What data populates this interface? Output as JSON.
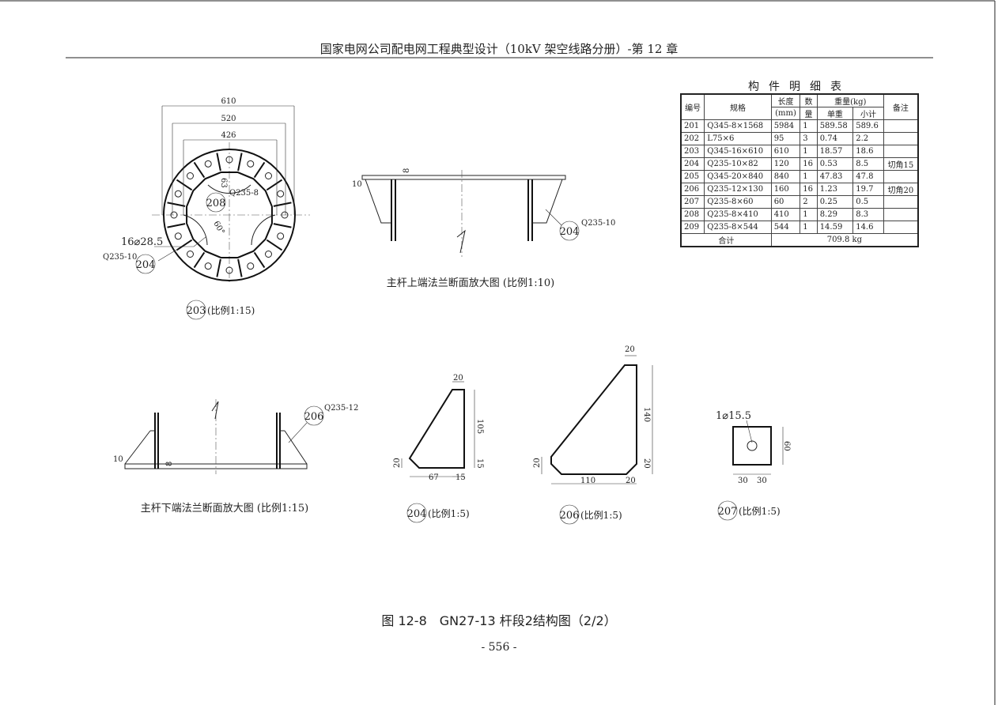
{
  "header": "国家电网公司配电网工程典型设计（10kV 架空线路分册）-第 12 章",
  "table": {
    "title": "构件明细表",
    "headers": {
      "no": "编号",
      "spec": "规格",
      "length": "长度",
      "length_unit": "(mm)",
      "qty1": "数",
      "qty2": "量",
      "weight": "重量(kg)",
      "unit": "单重",
      "subtotal": "小计",
      "note": "备注"
    },
    "rows": [
      {
        "no": "201",
        "spec": "Q345-8×1568",
        "length": "5984",
        "qty": "1",
        "unit": "589.58",
        "subtotal": "589.6",
        "note": ""
      },
      {
        "no": "202",
        "spec": "L75×6",
        "length": "95",
        "qty": "3",
        "unit": "0.74",
        "subtotal": "2.2",
        "note": ""
      },
      {
        "no": "203",
        "spec": "Q345-16×610",
        "length": "610",
        "qty": "1",
        "unit": "18.57",
        "subtotal": "18.6",
        "note": ""
      },
      {
        "no": "204",
        "spec": "Q235-10×82",
        "length": "120",
        "qty": "16",
        "unit": "0.53",
        "subtotal": "8.5",
        "note": "切角15"
      },
      {
        "no": "205",
        "spec": "Q345-20×840",
        "length": "840",
        "qty": "1",
        "unit": "47.83",
        "subtotal": "47.8",
        "note": ""
      },
      {
        "no": "206",
        "spec": "Q235-12×130",
        "length": "160",
        "qty": "16",
        "unit": "1.23",
        "subtotal": "19.7",
        "note": "切角20"
      },
      {
        "no": "207",
        "spec": "Q235-8×60",
        "length": "60",
        "qty": "2",
        "unit": "0.25",
        "subtotal": "0.5",
        "note": ""
      },
      {
        "no": "208",
        "spec": "Q235-8×410",
        "length": "410",
        "qty": "1",
        "unit": "8.29",
        "subtotal": "8.3",
        "note": ""
      },
      {
        "no": "209",
        "spec": "Q235-8×544",
        "length": "544",
        "qty": "1",
        "unit": "14.59",
        "subtotal": "14.6",
        "note": ""
      }
    ],
    "total_label": "合计",
    "total_value": "709.8 kg"
  },
  "flange_plan": {
    "d610": "610",
    "d520": "520",
    "d426": "426",
    "dim63": "63",
    "angle": "60°",
    "plate208": "Q235-8",
    "tag208": "208",
    "holes": "16⌀28.5",
    "plate204": "Q235-10",
    "tag204": "204",
    "tag203": "203",
    "scale": "(比例1:15)"
  },
  "upper_section": {
    "t8": "8",
    "t10": "10",
    "tag": "204",
    "plate": "Q235-10",
    "caption": "主杆上端法兰断面放大图 (比例1:10)"
  },
  "lower_section": {
    "t8": "8",
    "t10": "10",
    "tag": "206",
    "plate": "Q235-12",
    "caption": "主杆下端法兰断面放大图 (比例1:15)"
  },
  "part204": {
    "d20top": "20",
    "d105": "105",
    "d15r": "15",
    "d20l": "20",
    "d67": "67",
    "d15b": "15",
    "tag": "204",
    "scale": "(比例1:5)"
  },
  "part206": {
    "d20top": "20",
    "d140": "140",
    "d20r": "20",
    "d20l": "20",
    "d110": "110",
    "d20b": "20",
    "tag": "206",
    "scale": "(比例1:5)"
  },
  "part207": {
    "hole": "1⌀15.5",
    "d60": "60",
    "d30a": "30",
    "d30b": "30",
    "tag": "207",
    "scale": "(比例1:5)"
  },
  "caption": "图 12-8　GN27-13 杆段2结构图（2/2）",
  "page_number": "- 556 -"
}
